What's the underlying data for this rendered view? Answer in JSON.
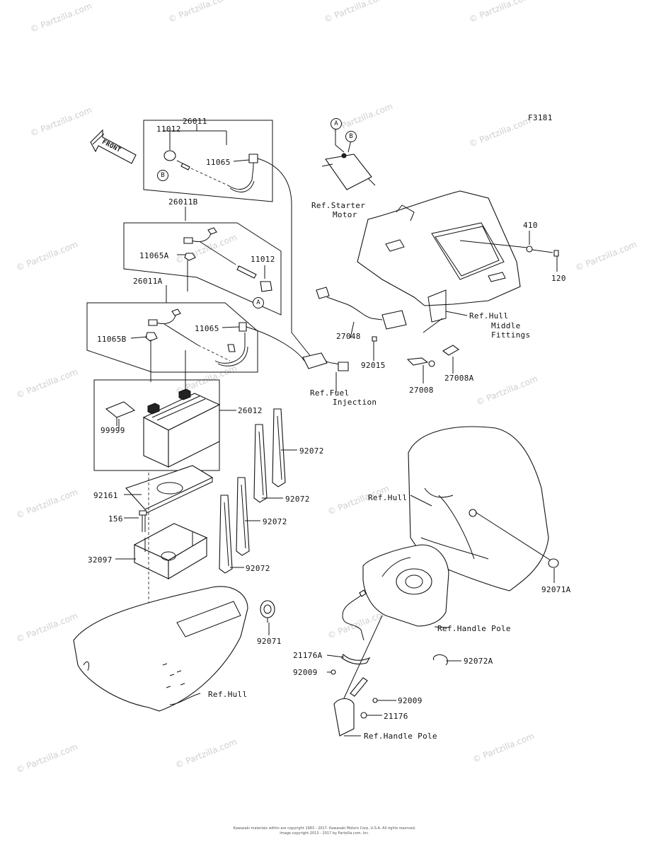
{
  "figure_code": "F3181",
  "front_marker": "FRONT",
  "part_labels": {
    "p26011": "26011",
    "p11012_top": "11012",
    "p11065_top": "11065",
    "p26011B": "26011B",
    "p11065A": "11065A",
    "p11012_mid": "11012",
    "p26011A": "26011A",
    "p11065B": "11065B",
    "p11065_mid": "11065",
    "p99999": "99999",
    "p26012": "26012",
    "p92072_a": "92072",
    "p92072_b": "92072",
    "p92072_c": "92072",
    "p92072_d": "92072",
    "p92161": "92161",
    "p156": "156",
    "p32097": "32097",
    "p92071": "92071",
    "p410": "410",
    "p120": "120",
    "p27048": "27048",
    "p92015": "92015",
    "p27008": "27008",
    "p27008A": "27008A",
    "p92071A": "92071A",
    "p21176A": "21176A",
    "p92009_a": "92009",
    "p92072A": "92072A",
    "p92009_b": "92009",
    "p21176": "21176"
  },
  "ref_labels": {
    "starter_motor_1": "Ref.Starter",
    "starter_motor_2": "Motor",
    "hull_middle_1": "Ref.Hull",
    "hull_middle_2": "Middle",
    "hull_middle_3": "Fittings",
    "fuel_injection_1": "Ref.Fuel",
    "fuel_injection_2": "Injection",
    "hull_right": "Ref.Hull",
    "handle_pole_1": "Ref.Handle Pole",
    "hull_bottom": "Ref.Hull",
    "handle_pole_2": "Ref.Handle Pole"
  },
  "callouts": {
    "a_top": "A",
    "b_top": "B",
    "b_left": "B",
    "a_mid": "A"
  },
  "watermark": "© Partzilla.com",
  "footer": {
    "line1": "Kawasaki materials within are copyright 1983 - 2017. Kawasaki Motors Corp, U.S.A. All rights reserved.",
    "line2": "Image copyright 2013 - 2017 by Partzilla.com, Inc."
  }
}
